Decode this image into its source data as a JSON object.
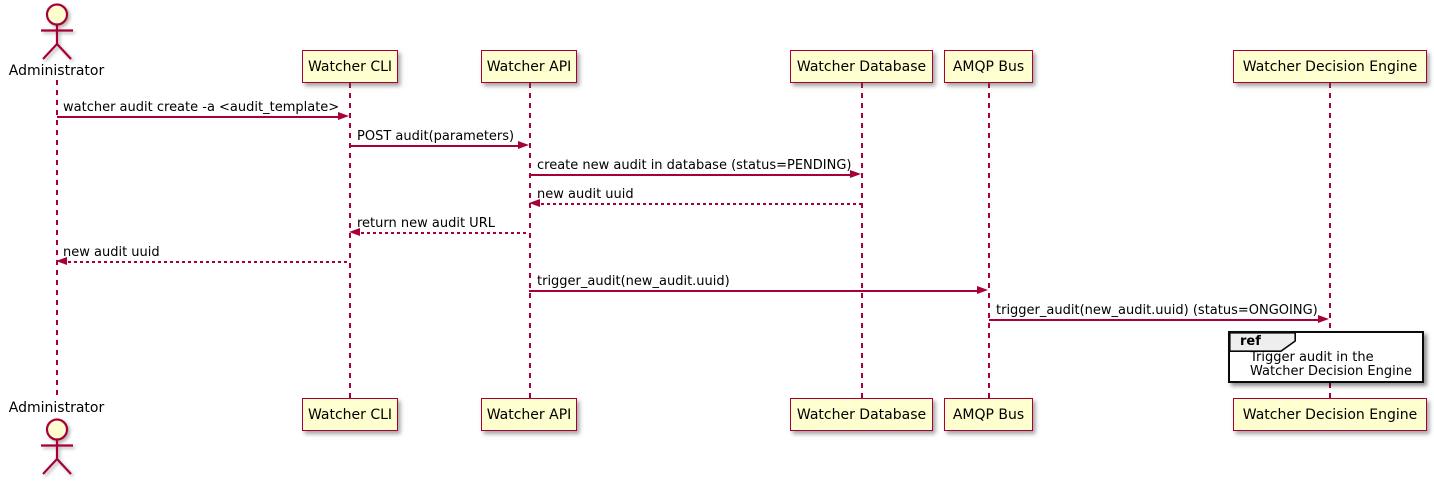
{
  "participants": [
    {
      "name": "Administrator",
      "type": "actor"
    },
    {
      "name": "Watcher CLI",
      "type": "participant"
    },
    {
      "name": "Watcher API",
      "type": "participant"
    },
    {
      "name": "Watcher Database",
      "type": "participant"
    },
    {
      "name": "AMQP Bus",
      "type": "participant"
    },
    {
      "name": "Watcher Decision Engine",
      "type": "participant"
    }
  ],
  "messages": [
    {
      "from": "Administrator",
      "to": "Watcher CLI",
      "label": "watcher audit create -a <audit_template>",
      "line": "solid"
    },
    {
      "from": "Watcher CLI",
      "to": "Watcher API",
      "label": "POST audit(parameters)",
      "line": "solid"
    },
    {
      "from": "Watcher API",
      "to": "Watcher Database",
      "label": "create new audit in database (status=PENDING)",
      "line": "solid"
    },
    {
      "from": "Watcher Database",
      "to": "Watcher API",
      "label": "new audit uuid",
      "line": "dashed"
    },
    {
      "from": "Watcher API",
      "to": "Watcher CLI",
      "label": "return new audit URL",
      "line": "dashed"
    },
    {
      "from": "Watcher CLI",
      "to": "Administrator",
      "label": "new audit uuid",
      "line": "dashed"
    },
    {
      "from": "Watcher API",
      "to": "AMQP Bus",
      "label": "trigger_audit(new_audit.uuid)",
      "line": "solid"
    },
    {
      "from": "AMQP Bus",
      "to": "Watcher Decision Engine",
      "label": "trigger_audit(new_audit.uuid) (status=ONGOING)",
      "line": "solid"
    }
  ],
  "ref": {
    "keyword": "ref",
    "lines": [
      "Trigger audit in the",
      "Watcher Decision Engine"
    ]
  },
  "colors": {
    "participant_fill": "#FEFECE",
    "line_color": "#A80036",
    "text_color": "#000000",
    "ref_header_fill": "#EEEEEE",
    "ref_border": "#000000",
    "background": "#FFFFFF"
  }
}
